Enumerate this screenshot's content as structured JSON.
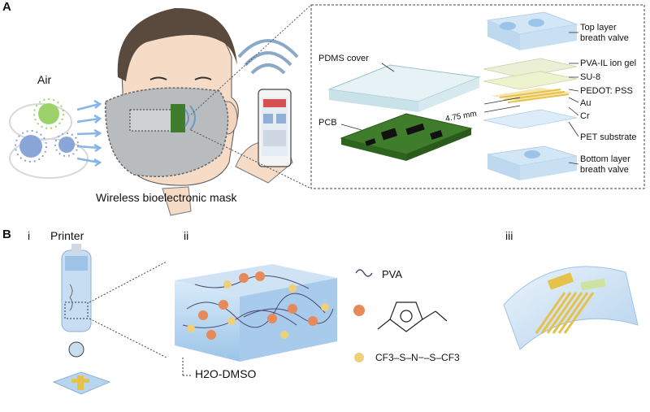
{
  "panelA": {
    "letter": "A",
    "air_label": "Air",
    "mask_caption": "Wireless bioelectronic mask",
    "layers": {
      "pdms": "PDMS cover",
      "pcb": "PCB",
      "top_valve": "Top layer\nbreath valve",
      "ion_gel": "PVA-IL ion gel",
      "su8": "SU-8",
      "pedot": "PEDOT: PSS",
      "au": "Au",
      "cr": "Cr",
      "pet": "PET substrate",
      "bottom_valve": "Bottom layer\nbreath valve",
      "dimension": "4.75 mm"
    }
  },
  "panelB": {
    "letter": "B",
    "sub_i": "i",
    "sub_ii": "ii",
    "sub_iii": "iii",
    "printer_label": "Printer",
    "solvent_label": "H2O-DMSO",
    "pva_label": "PVA",
    "anion_formula": "CF3–S–N−–S–CF3"
  },
  "colors": {
    "mask_gray": "#b9bcbf",
    "pcb_green": "#3f7d2c",
    "gold": "#e6c24a",
    "gel_blue": "#bcd7ef",
    "cation_orange": "#e68a5c",
    "anion_yellow": "#f0cf7a",
    "virus_green": "#9bd36a",
    "virus_blue": "#8aa6d8"
  }
}
